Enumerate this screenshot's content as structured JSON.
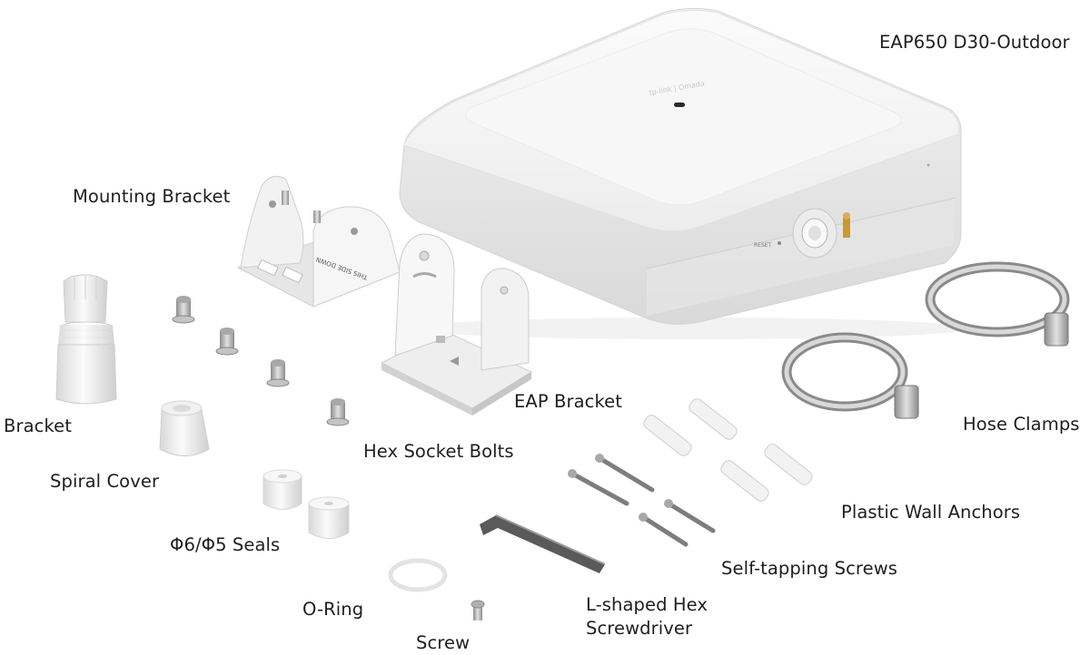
{
  "product": {
    "title": "EAP650 D30-Outdoor",
    "logo_text": "tp-link | Omada",
    "reset_label": "RESET",
    "bracket_print": "THIS SIDE DOWN"
  },
  "labels": {
    "mounting_bracket": "Mounting Bracket",
    "bracket": "Bracket",
    "spiral_cover": "Spiral Cover",
    "seals": "Φ6/Φ5 Seals",
    "o_ring": "O-Ring",
    "screw": "Screw",
    "hex_socket_bolts": "Hex Socket Bolts",
    "eap_bracket": "EAP Bracket",
    "hose_clamps": "Hose Clamps",
    "plastic_wall_anchors": "Plastic Wall Anchors",
    "self_tapping_screws": "Self-tapping Screws",
    "l_shaped_hex_screwdriver": "L-shaped Hex Screwdriver"
  },
  "colors": {
    "background": "#ffffff",
    "text": "#1e1e1e",
    "device_white": "#f4f4f4",
    "metal": "#b8b8b8"
  }
}
